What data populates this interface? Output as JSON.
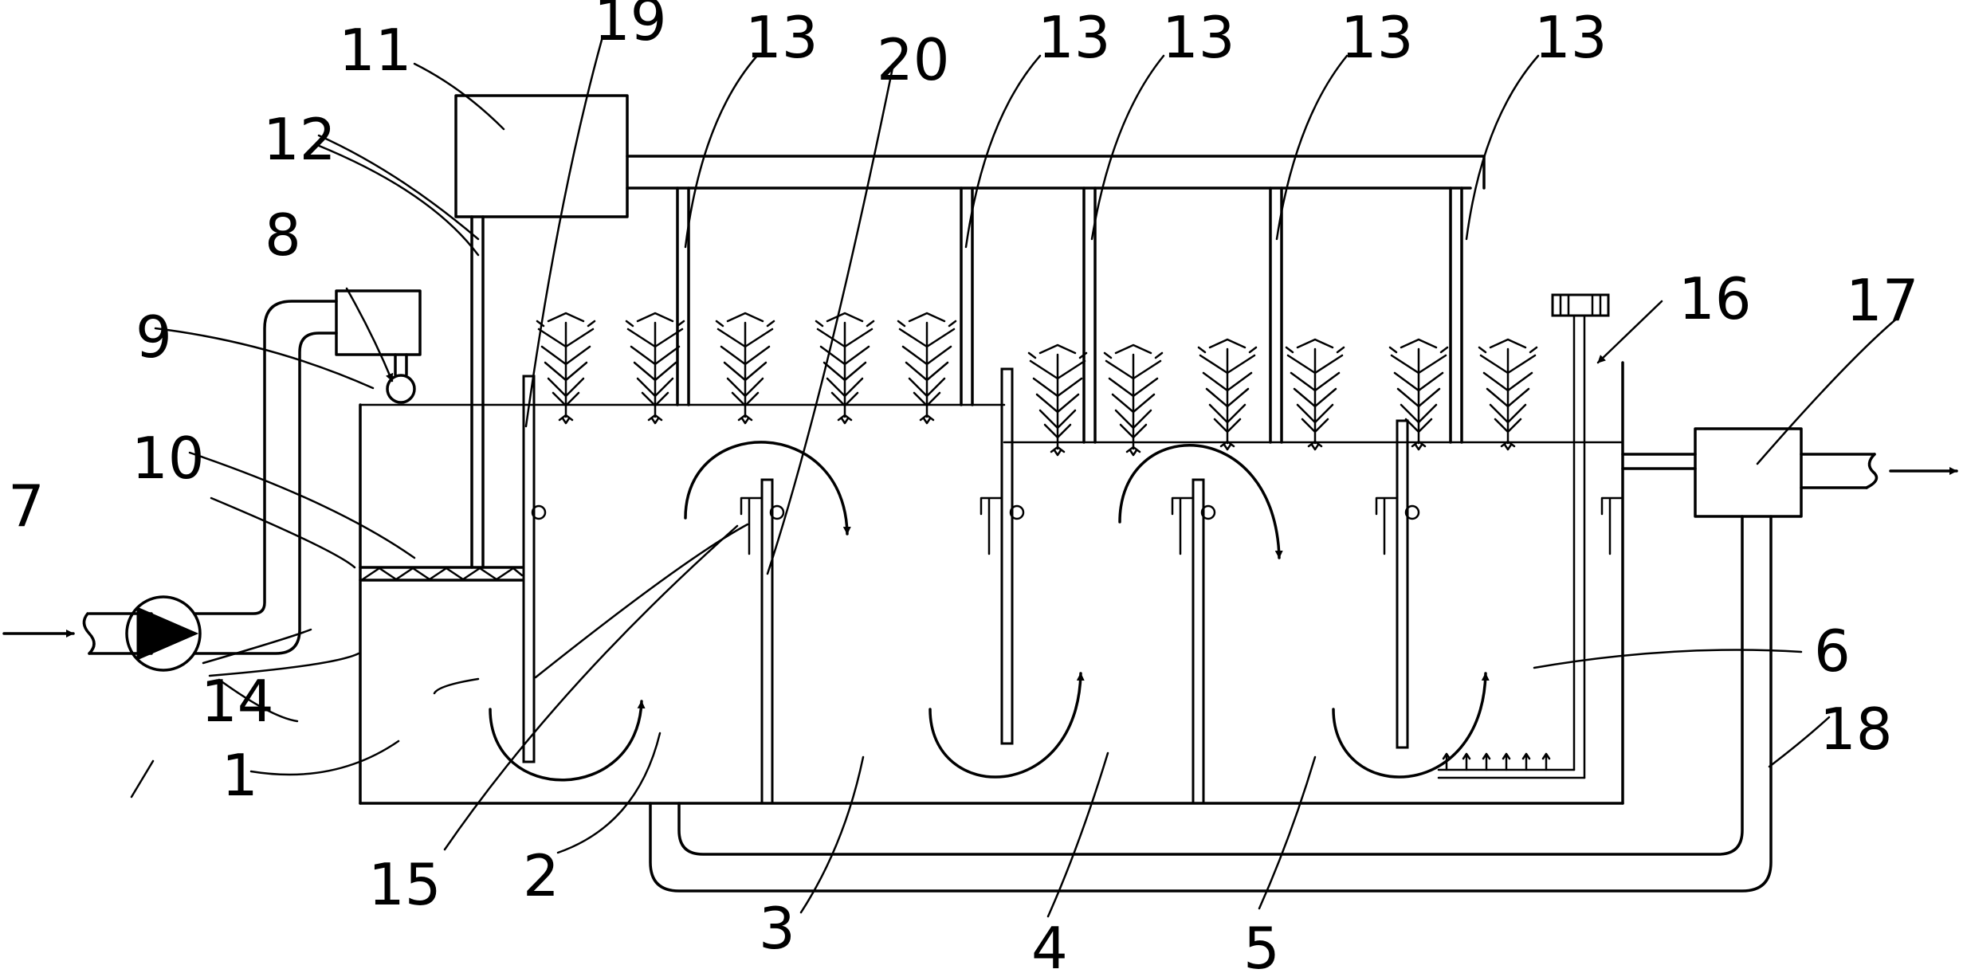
{
  "labels": {
    "n1": "1",
    "n2": "2",
    "n3": "3",
    "n4": "4",
    "n5": "5",
    "n6": "6",
    "n7": "7",
    "n8": "8",
    "n9": "9",
    "n10": "10",
    "n11": "11",
    "n12": "12",
    "n13a": "13",
    "n13b": "13",
    "n13c": "13",
    "n13d": "13",
    "n13e": "13",
    "n14": "14",
    "n15": "15",
    "n16": "16",
    "n17": "17",
    "n18": "18",
    "n19": "19",
    "n20": "20"
  }
}
